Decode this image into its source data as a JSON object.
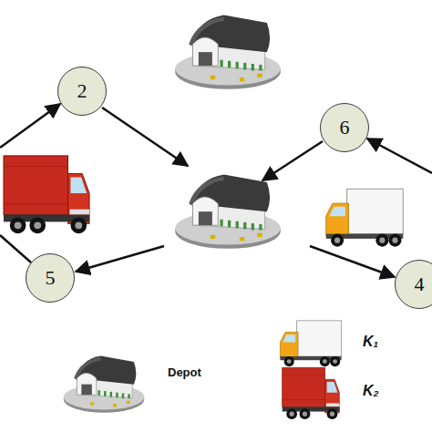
{
  "diagram": {
    "nodes": [
      {
        "text": [
          "2"
        ]
      },
      {
        "text": [
          "6"
        ]
      },
      {
        "text": [
          "5"
        ]
      },
      {
        "text": [
          "4"
        ]
      }
    ],
    "legend": [
      {
        "text": "Depot"
      },
      {
        "text": "K₁"
      },
      {
        "text": "K₂"
      }
    ]
  }
}
